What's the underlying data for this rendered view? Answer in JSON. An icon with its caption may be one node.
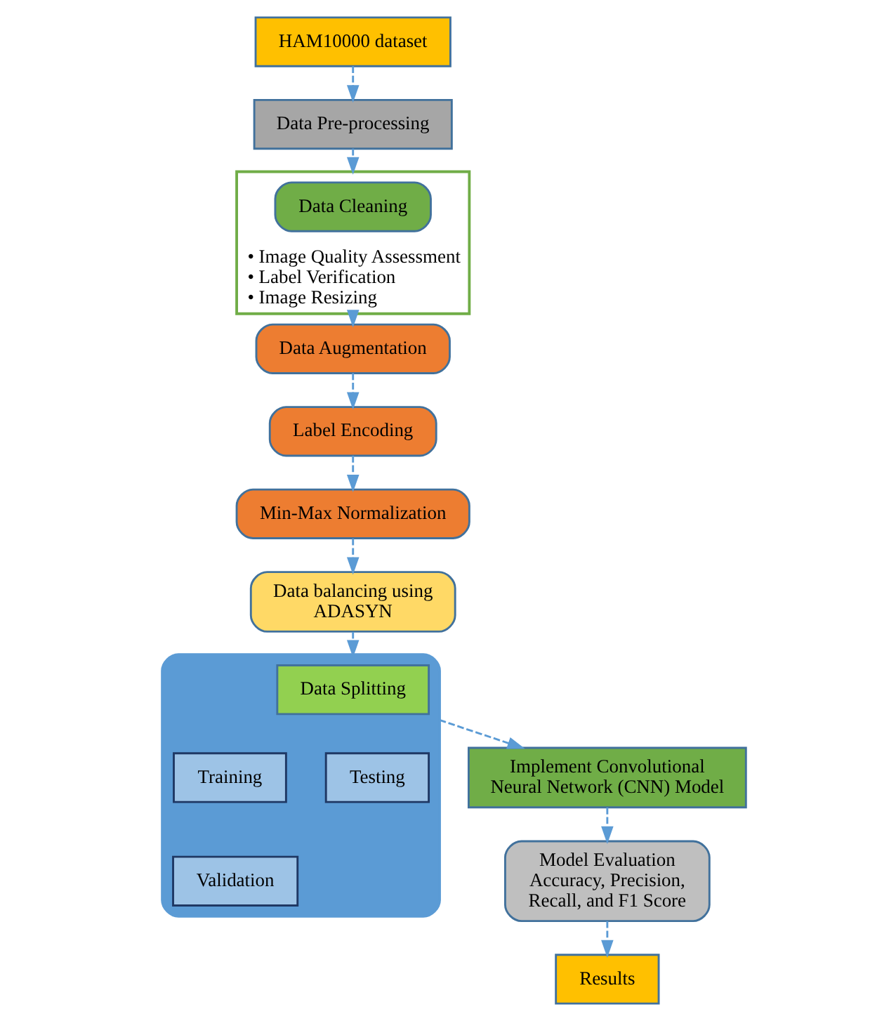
{
  "diagram": {
    "nodes": [
      {
        "text": [
          "HAM10000 dataset"
        ]
      },
      {
        "text": [
          "Data Pre-processing"
        ]
      },
      {
        "text": [
          "• Image Quality Assessment",
          "• Label Verification",
          "• Image Resizing"
        ]
      },
      {
        "text": [
          "Data Cleaning"
        ],
        "in": 2
      },
      {
        "text": [
          "Data Augmentation"
        ]
      },
      {
        "text": [
          "Label Encoding"
        ]
      },
      {
        "text": [
          "Min-Max Normalization"
        ]
      },
      {
        "text": [
          "Data balancing using ADASYN"
        ]
      },
      {
        "text": [],
        "shape": "box"
      },
      {
        "text": [
          "Data Splitting"
        ],
        "in": 8
      },
      {
        "text": [
          "Training"
        ],
        "in": 8
      },
      {
        "text": [
          "Testing"
        ],
        "in": 8
      },
      {
        "text": [
          "Validation"
        ],
        "in": 8
      },
      {
        "text": [
          "Implement Convolutional Neural Network (CNN) Model"
        ]
      },
      {
        "text": [
          "Model Evaluation",
          "Accuracy, Precision, Recall, and F1 Score"
        ]
      },
      {
        "text": [
          "Results"
        ]
      }
    ],
    "edges": [
      {
        "from": 0,
        "to": 1,
        "arrow": "to",
        "style": "dashed"
      },
      {
        "from": 1,
        "to": 2,
        "arrow": "to",
        "style": "dashed"
      },
      {
        "from": 2,
        "to": 4,
        "arrow": "to",
        "style": "dashed"
      },
      {
        "from": 4,
        "to": 5,
        "arrow": "to",
        "style": "dashed"
      },
      {
        "from": 5,
        "to": 6,
        "arrow": "to",
        "style": "dashed"
      },
      {
        "from": 6,
        "to": 7,
        "arrow": "to",
        "style": "dashed"
      },
      {
        "from": 7,
        "to": 8,
        "arrow": "to",
        "style": "dashed"
      },
      {
        "from": 8,
        "to": 13,
        "arrow": "to",
        "style": "dashed"
      },
      {
        "from": 13,
        "to": 14,
        "arrow": "to",
        "style": "dashed"
      },
      {
        "from": 14,
        "to": 15,
        "arrow": "to",
        "style": "dashed"
      }
    ]
  }
}
